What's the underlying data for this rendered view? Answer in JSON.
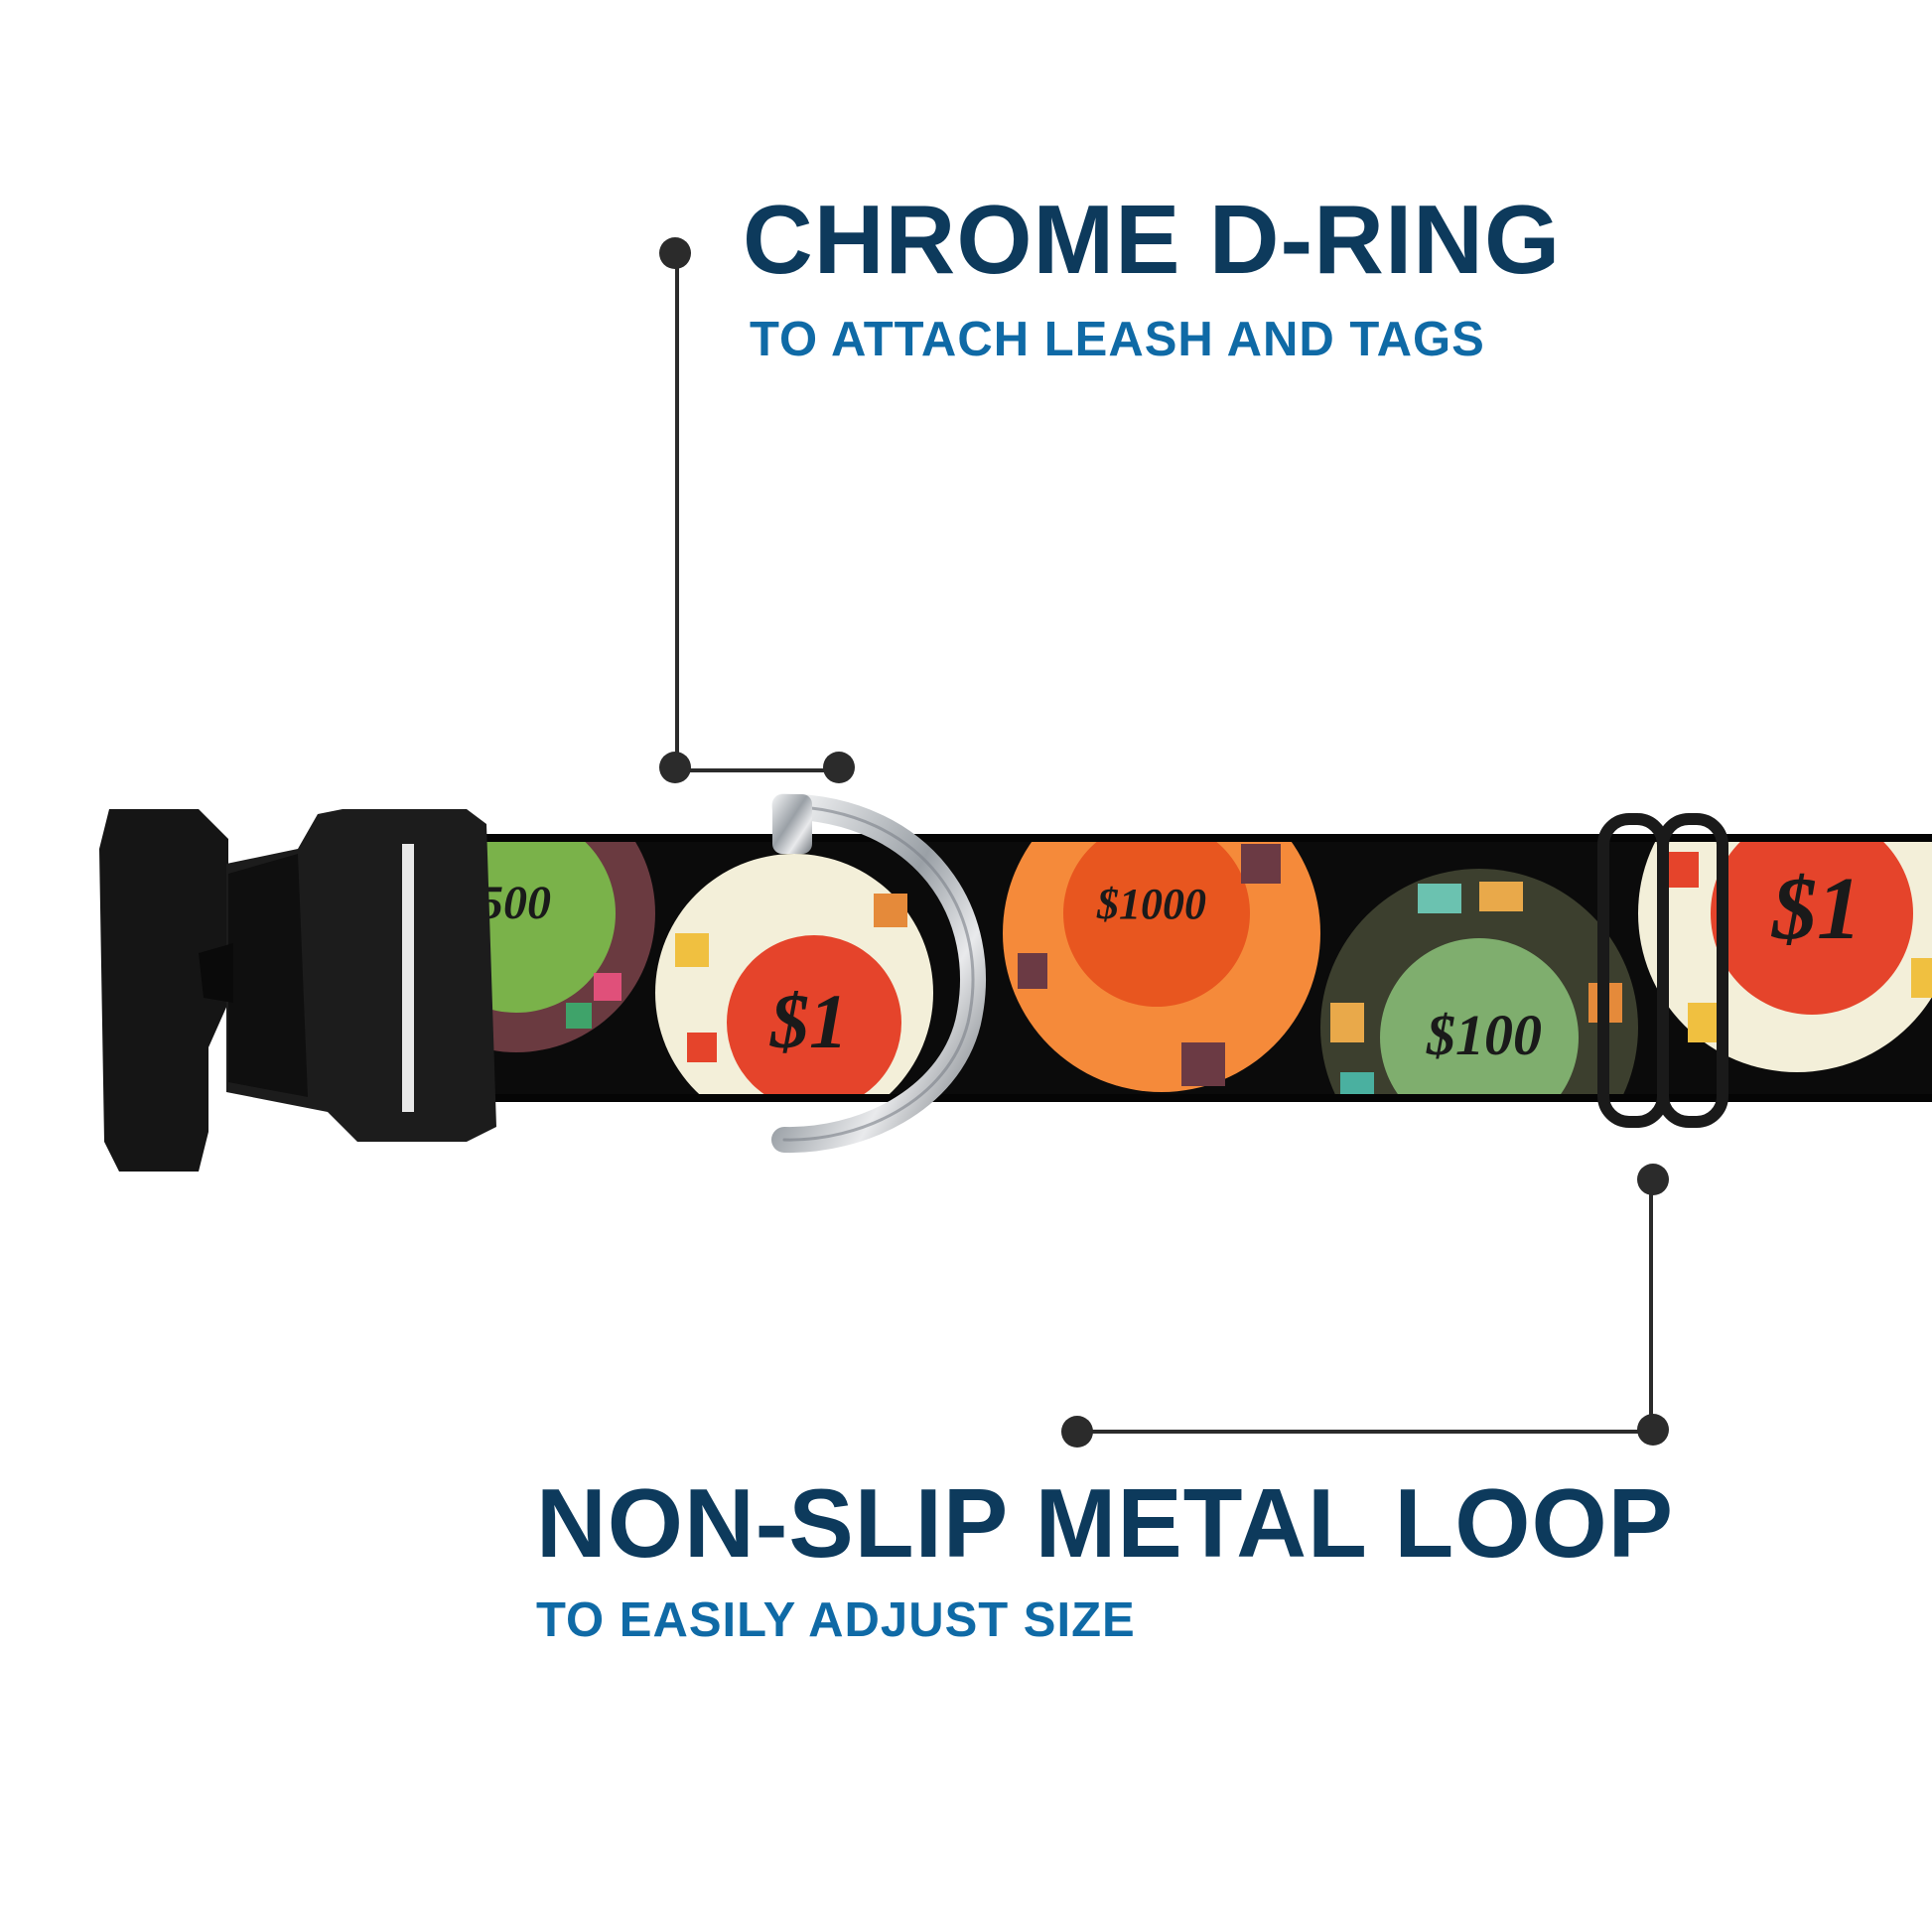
{
  "callouts": [
    {
      "title": "CHROME D-RING",
      "subtitle": "TO ATTACH LEASH AND TAGS"
    },
    {
      "title": "NON-SLIP METAL LOOP",
      "subtitle": "TO EASILY ADJUST SIZE"
    }
  ],
  "chips": [
    {
      "label": "$500"
    },
    {
      "label": "$1"
    },
    {
      "label": "$1000"
    },
    {
      "label": "$100"
    },
    {
      "label": "$1"
    }
  ],
  "colors": {
    "title": "#0d3a5c",
    "subtitle": "#0f6aa6",
    "leader": "#2b2b2b",
    "strap": "#0b0b0b",
    "buckle": "#151515",
    "chrome": "#c9ccd0"
  }
}
